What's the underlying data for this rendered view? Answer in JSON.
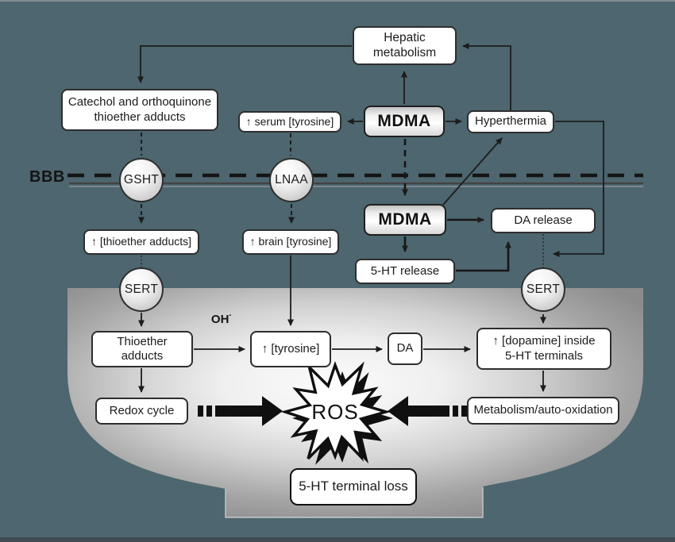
{
  "diagram": {
    "bbb_label": "BBB",
    "oh_label": "OH",
    "oh_radical_dot": "·",
    "ros_label": "ROS",
    "colors": {
      "background": "#4d666f",
      "terminal_fill_light": "#fbfbfb",
      "terminal_fill_dark": "#8c8c8c",
      "box_fill": "#ffffff",
      "line": "#1c1c1c"
    },
    "nodes": {
      "hepatic_metabolism": {
        "label": "Hepatic\nmetabolism"
      },
      "catechol_adducts": {
        "label": "Catechol and orthoquinone\nthioether adducts"
      },
      "serum_tyrosine": {
        "label": "↑ serum [tyrosine]"
      },
      "mdma_peripheral": {
        "label": "MDMA"
      },
      "hyperthermia": {
        "label": "Hyperthermia"
      },
      "thioether_adducts_increase": {
        "label": "↑ [thioether adducts]"
      },
      "brain_tyrosine": {
        "label": "↑ brain [tyrosine]"
      },
      "mdma_brain": {
        "label": "MDMA"
      },
      "da_release": {
        "label": "DA release"
      },
      "serotonin_release": {
        "label": "5-HT release"
      },
      "thioether_adducts_terminal": {
        "label": "Thioether adducts"
      },
      "tyrosine_terminal": {
        "label": "↑ [tyrosine]"
      },
      "da": {
        "label": "DA"
      },
      "dopamine_inside": {
        "label": "↑ [dopamine] inside\n5-HT terminals"
      },
      "redox_cycle": {
        "label": "Redox cycle"
      },
      "metabolism_auto_oxidation": {
        "label": "Metabolism/auto-oxidation"
      },
      "serotonin_terminal_loss": {
        "label": "5-HT terminal loss"
      }
    },
    "transporters": {
      "gsht": {
        "label": "GSHT"
      },
      "lnaa": {
        "label": "LNAA"
      },
      "sert_left": {
        "label": "SERT"
      },
      "sert_right": {
        "label": "SERT"
      }
    }
  }
}
